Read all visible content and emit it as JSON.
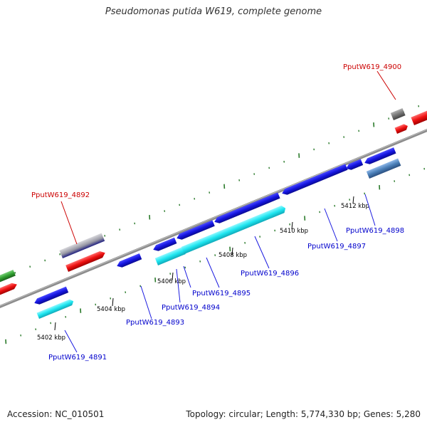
{
  "title": "Pseudomonas putida W619, complete genome",
  "footer": {
    "accession": "Accession: NC_010501",
    "summary": "Topology: circular; Length: 5,774,330 bp; Genes: 5,280"
  },
  "ticks": [
    {
      "label": "5402 kbp"
    },
    {
      "label": "5404 kbp"
    },
    {
      "label": "5406 kbp"
    },
    {
      "label": "5408 kbp"
    },
    {
      "label": "5410 kbp"
    },
    {
      "label": "5412 kbp"
    }
  ],
  "gene_labels": [
    {
      "text": "PputW619_4891",
      "color": "#0000cc"
    },
    {
      "text": "PputW619_4892",
      "color": "#cc0000"
    },
    {
      "text": "PputW619_4893",
      "color": "#0000cc"
    },
    {
      "text": "PputW619_4894",
      "color": "#0000cc"
    },
    {
      "text": "PputW619_4895",
      "color": "#0000cc"
    },
    {
      "text": "PputW619_4896",
      "color": "#0000cc"
    },
    {
      "text": "PputW619_4897",
      "color": "#0000cc"
    },
    {
      "text": "PputW619_4898",
      "color": "#0000cc"
    },
    {
      "text": "PputW619_4900",
      "color": "#cc0000"
    }
  ],
  "colors": {
    "cds_forward": "#1a1ae6",
    "cds_reverse": "#1fe8f0",
    "trna": "#e81010",
    "pseudo": "#9a9aa8",
    "other_gray": "#7a7a7a",
    "steel": "#4a7fb8",
    "green": "#30a030",
    "backbone": "#8c8c8c",
    "tick": "#2a7a2a"
  }
}
